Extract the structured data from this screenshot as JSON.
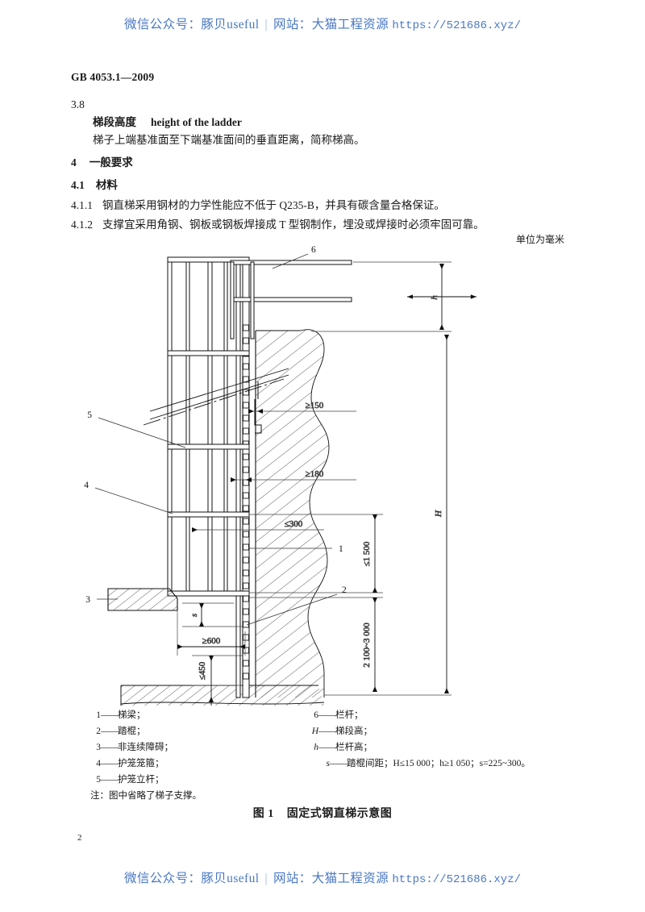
{
  "watermark": {
    "wechat_label": "微信公众号：",
    "wechat_name": "豚贝useful",
    "separator": "|",
    "site_label": "网站：",
    "site_name": "大猫工程资源",
    "url": "https://521686.xyz/"
  },
  "header": {
    "standard_code": "GB 4053.1—2009"
  },
  "body": {
    "clause_number": "3.8",
    "term_cn": "梯段高度",
    "term_en": "height of the ladder",
    "term_definition": "梯子上端基准面至下端基准面间的垂直距离，简称梯高。",
    "section_4_num": "4",
    "section_4_title": "一般要求",
    "section_41_num": "4.1",
    "section_41_title": "材料",
    "section_411_num": "4.1.1",
    "section_411_text": "钢直梯采用钢材的力学性能应不低于 Q235-B，并具有碳含量合格保证。",
    "section_412_num": "4.1.2",
    "section_412_text": "支撑宜采用角钢、钢板或钢板焊接成 T 型钢制作，埋没或焊接时必须牢固可靠。",
    "unit_note": "单位为毫米"
  },
  "figure": {
    "callouts": {
      "c1": "1",
      "c2": "2",
      "c3": "3",
      "c4": "4",
      "c5": "5",
      "c6": "6"
    },
    "dimensions": {
      "h": "h",
      "H": "H",
      "s": "s",
      "min150": "≥150",
      "min180": "≥180",
      "max300": "≤300",
      "max1500": "≤1 500",
      "min600": "≥600",
      "max450": "≤450",
      "range2100_3000": "2 100~3 000"
    }
  },
  "legend": {
    "left": [
      {
        "key": "1",
        "text": "梯梁；"
      },
      {
        "key": "2",
        "text": "踏棍；"
      },
      {
        "key": "3",
        "text": "非连续障碍；"
      },
      {
        "key": "4",
        "text": "护笼笼箍；"
      },
      {
        "key": "5",
        "text": "护笼立杆；"
      }
    ],
    "right": [
      {
        "key": "6",
        "text": "栏杆；"
      },
      {
        "key": "H",
        "text": "梯段高；"
      },
      {
        "key": "h",
        "text": "栏杆高；"
      },
      {
        "key": "s",
        "text": "踏棍间距；H≤15 000；h≥1 050；s=225~300。"
      }
    ],
    "note": "注：图中省略了梯子支撑。"
  },
  "figure_caption": {
    "label": "图 1",
    "title": "固定式钢直梯示意图"
  },
  "footer": {
    "page_number": "2"
  }
}
